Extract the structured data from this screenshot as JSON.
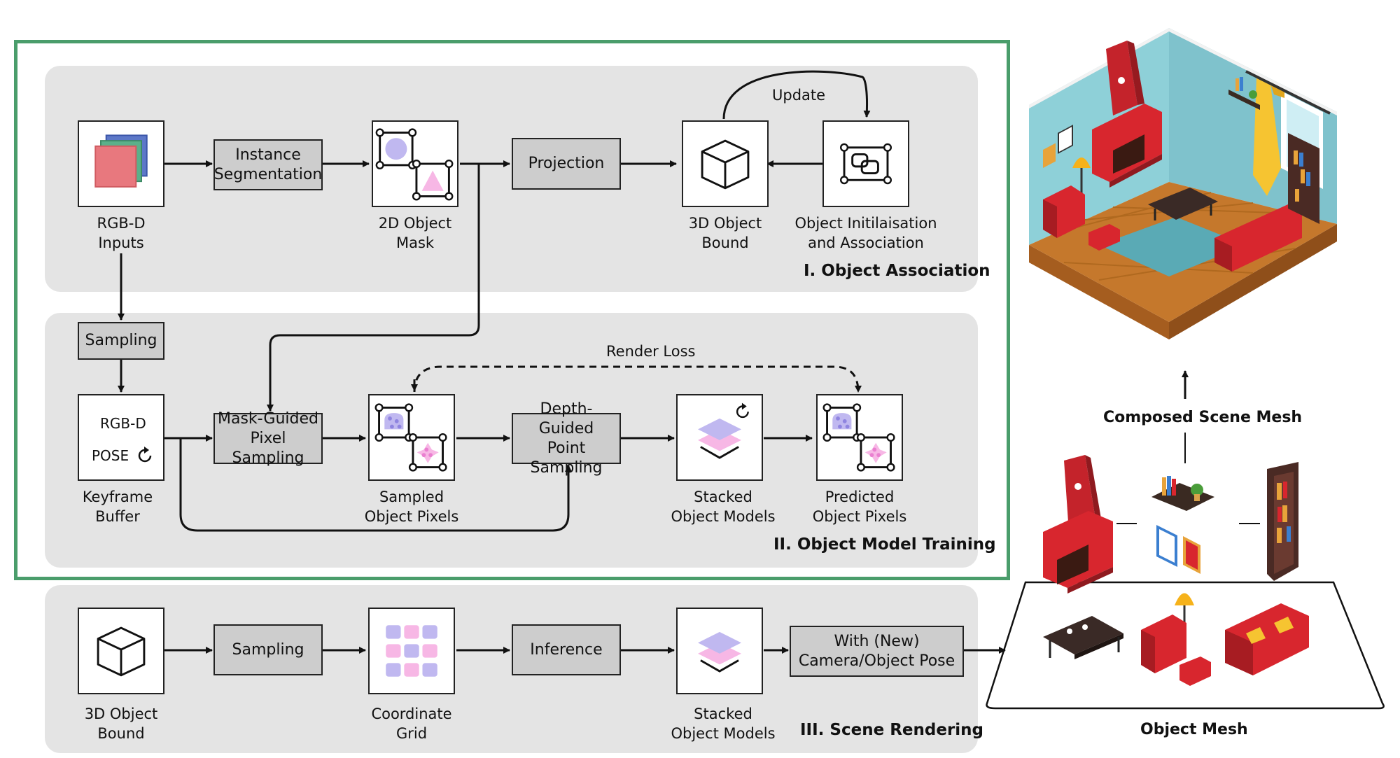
{
  "sections": {
    "association": "I. Object Association",
    "training": "II. Object Model Training",
    "rendering": "III. Scene Rendering"
  },
  "boxes": {
    "instance_seg": "Instance\nSegmentation",
    "projection": "Projection",
    "sampling_1": "Sampling",
    "mask_guided": "Mask-Guided\nPixel Sampling",
    "depth_guided": "Depth-Guided\nPoint Sampling",
    "sampling_3": "Sampling",
    "inference": "Inference",
    "camera_pose": "With (New)\nCamera/Object Pose"
  },
  "captions": {
    "rgbd_inputs": "RGB-D\nInputs",
    "object_mask": "2D Object\nMask",
    "object_bound": "3D Object\nBound",
    "object_init": "Object Initilaisation\nand Association",
    "keyframe": "Keyframe\nBuffer",
    "sampled_pixels": "Sampled\nObject Pixels",
    "stacked_models": "Stacked\nObject Models",
    "predicted_pixels": "Predicted\nObject Pixels",
    "object_bound_3": "3D Object\nBound",
    "coord_grid": "Coordinate\nGrid",
    "stacked_models_3": "Stacked\nObject Models"
  },
  "keyframe_box": {
    "line1": "RGB-D",
    "line2": "POSE"
  },
  "arrow_labels": {
    "update": "Update",
    "render_loss": "Render Loss"
  },
  "right": {
    "composed": "Composed Scene Mesh",
    "object_mesh": "Object Mesh"
  },
  "colors": {
    "frame": "#4a9d6b",
    "panel": "#e4e4e4",
    "box_fill": "#cdcdcd",
    "wall": "#8ed0d8",
    "red": "#d8262e",
    "floor": "#c5782c"
  },
  "icons": [
    "rgbd-layers-icon",
    "cube-icon",
    "object-mask-icon",
    "bounding-box-icon",
    "stacked-layers-icon",
    "refresh-icon",
    "coordinate-grid-icon",
    "room-scene-illustration",
    "furniture-illustration"
  ]
}
